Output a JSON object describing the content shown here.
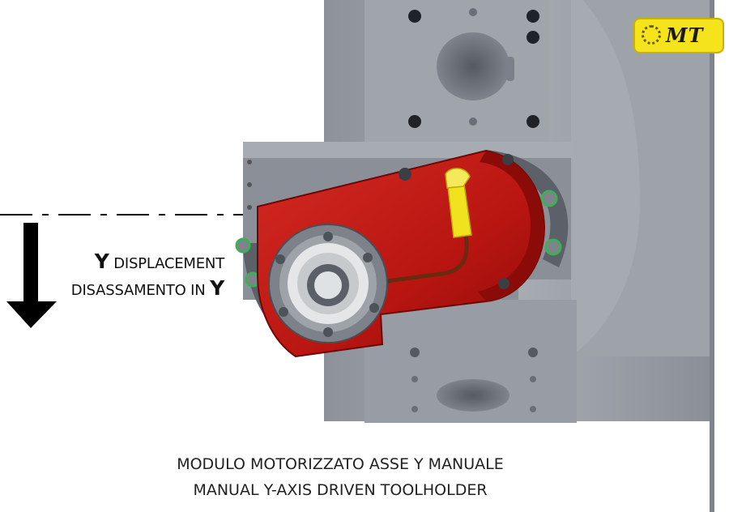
{
  "labels": {
    "y_letter_1": "Y",
    "displacement": "DISPLACEMENT",
    "disassamento": "DISASSAMENTO IN",
    "y_letter_2": "Y"
  },
  "caption": {
    "line1": "MODULO MOTORIZZATO ASSE Y MANUALE",
    "line2": "MANUAL Y-AXIS DRIVEN TOOLHOLDER"
  },
  "logo": {
    "text": "MT"
  },
  "colors": {
    "housing": "#c41a14",
    "housing_dark": "#7e0b08",
    "steel": "#9ca1a9",
    "steel_dark": "#6e737b",
    "fitting": "#f1e21f"
  }
}
